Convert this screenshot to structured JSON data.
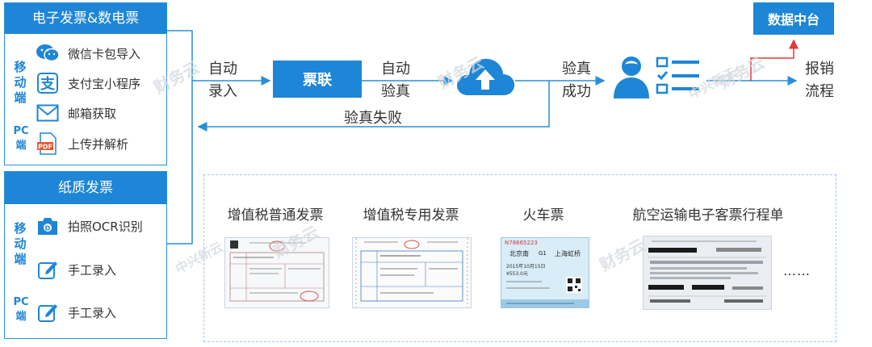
{
  "colors": {
    "accent": "#1e86d6",
    "line": "#2a8fd6",
    "alert": "#e03a3a"
  },
  "electronic_panel": {
    "title": "电子发票&数电票",
    "mobile_label": "移动端",
    "pc_label": "PC端",
    "items": [
      {
        "icon": "wechat-icon",
        "label": "微信卡包导入"
      },
      {
        "icon": "alipay-icon",
        "label": "支付宝小程序"
      },
      {
        "icon": "mail-icon",
        "label": "邮箱获取"
      },
      {
        "icon": "pdf-icon",
        "label": "上传并解析"
      }
    ]
  },
  "paper_panel": {
    "title": "纸质发票",
    "mobile_label": "移动端",
    "pc_label": "PC端",
    "items": [
      {
        "icon": "camera-icon",
        "label": "拍照OCR识别"
      },
      {
        "icon": "edit-icon",
        "label": "手工录入"
      },
      {
        "icon": "edit-icon",
        "label": "手工录入"
      }
    ]
  },
  "flow": {
    "step1": [
      "自动",
      "录入"
    ],
    "node1": "票联",
    "step2": [
      "自动",
      "验真"
    ],
    "cloud_icon": "cloud-upload-icon",
    "step3": [
      "验真",
      "成功"
    ],
    "user_icon": "user-checklist-icon",
    "step4": [
      "报销",
      "流程"
    ],
    "fail": "验真失败",
    "data_center": "数据中台"
  },
  "tickets": {
    "items": [
      {
        "title": "增值税普通发票"
      },
      {
        "title": "增值税专用发票"
      },
      {
        "title": "火车票",
        "train_no": "N78665223",
        "from": "北京南",
        "train": "G1",
        "to": "上海虹桥",
        "date": "2015年10月15日",
        "price": "¥553.0元"
      },
      {
        "title": "航空运输电子客票行程单"
      }
    ],
    "more": "……"
  },
  "watermark": [
    "财务云",
    "中兴新云"
  ]
}
